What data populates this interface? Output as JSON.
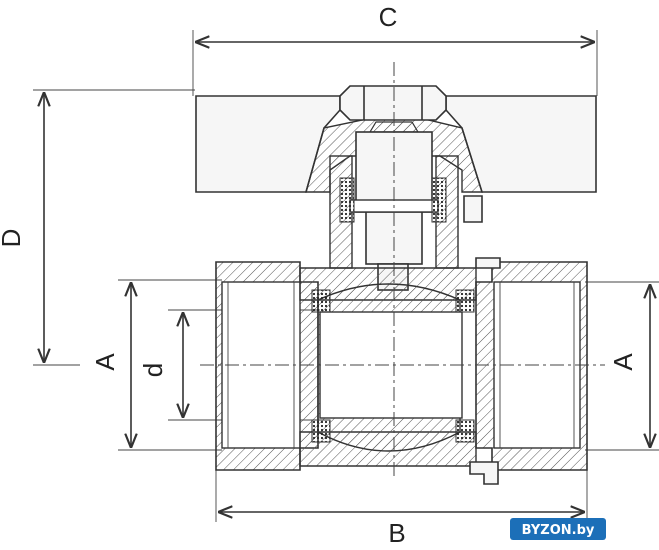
{
  "diagram": {
    "labels": {
      "C": "C",
      "D": "D",
      "A_left": "A",
      "d": "d",
      "A_right": "A",
      "B": "B"
    },
    "watermark": "BYZON.by",
    "colors": {
      "line": "#333333",
      "hatch": "#555555",
      "watermark_bg": "#1c6fb8",
      "watermark_text": "#ffffff"
    }
  }
}
